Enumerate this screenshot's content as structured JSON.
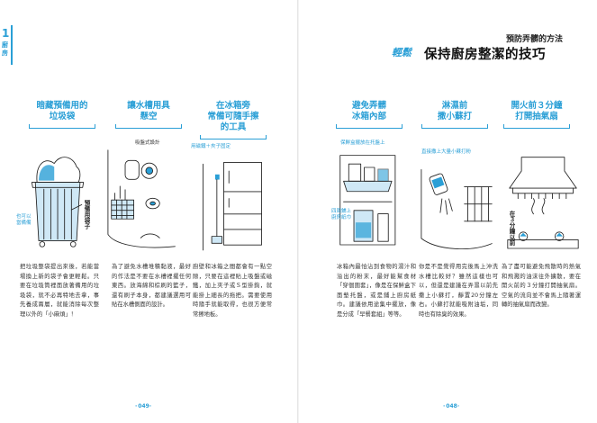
{
  "chapter": {
    "number": "1",
    "label": "廚房"
  },
  "header": {
    "subtitle": "預防弄髒的方法",
    "badge": "輕鬆",
    "title": "保持廚房整潔的技巧"
  },
  "columns": [
    {
      "title_line1": "暗藏預備用的",
      "title_line2": "垃圾袋",
      "notes": [
        "也可以",
        "當備備"
      ],
      "vertical_note": "預備用袋子",
      "body": "把垃圾整袋提出來後，若能當場換上新的袋子會更輕鬆。只要在垃圾筒裡面放著備用的垃圾袋，就不必再特地去拿，事先養成兩層，就能消除每次整理以外的「小麻煩」！"
    },
    {
      "title_line1": "讓水槽用具",
      "title_line2": "懸空",
      "notes": [
        "吸盤式設計"
      ],
      "body": "為了避免水槽堆積黏液，最好的作法是不要在水槽裡擺任何東西。放海綿和棕刷的籃子，還有刷子本身，都建議選用可貼在水槽側面的設計。"
    },
    {
      "title_line1": "在冰箱旁",
      "title_line2": "常備可隨手擦",
      "title_line3": "的工具",
      "notes": [
        "用磁鐵＋夾子固定"
      ],
      "body": "廚壁和冰箱之間都會有一點空隙，只要在這裡貼上吸盤或磁鐵，加上夾子或Ｓ型掛鉤，就能掛上細長的拖把。需要使用時隨手就能取得，也很方便常常擦地板。"
    },
    {
      "title_line1": "避免弄髒",
      "title_line2": "冰箱內部",
      "notes": [
        "保鮮盒擺放在托盤上",
        "四周鋪上",
        "廚房紙巾"
      ],
      "body": "冰箱內最怕沾到食物的湯汁和溢出的粉末，最好能幫食材「穿個圍套」，像是在保鮮盒下面墊托盤，或是鋪上廚房紙巾。建議依用途集中擺放，像是分成「早餐套組」等等。"
    },
    {
      "title_line1": "淋濕前",
      "title_line2": "撒小蘇打",
      "notes": [
        "直接撒上大量小蘇打粉"
      ],
      "body": "你是不是覺得用完後馬上沖洗水槽比較好？雖然這樣也可以，但還是建議在弄濕以前先撒上小蘇打，靜置20分鐘左右。小蘇打就能吸附油垢，同時也有除臭的效果。"
    },
    {
      "title_line1": "開火前３分鐘",
      "title_line2": "打開抽氣扇",
      "vertical_note": "在３分鐘以前",
      "body": "為了盡可能避免飛散時的熱氣和飛濺的油沫往外擴散，要在開火前的３分鐘打開抽氣扇。空氣的流向並不會馬上隨著運轉的抽氣扇而改變。"
    }
  ],
  "page_numbers": {
    "left": "049",
    "right": "048"
  },
  "colors": {
    "accent": "#2a9fd6",
    "text": "#333333",
    "light_accent": "#cfe8f6"
  }
}
